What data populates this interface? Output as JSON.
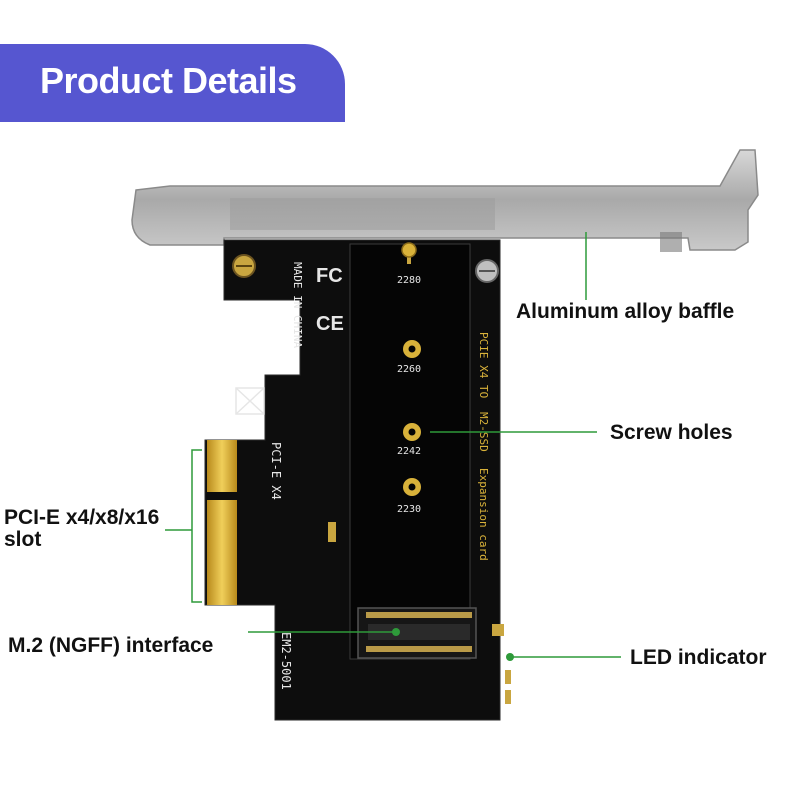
{
  "banner": {
    "title": "Product Details"
  },
  "callouts": {
    "baffle": "Aluminum alloy baffle",
    "screw_holes": "Screw holes",
    "slot_line1": "PCI-E x4/x8/x16",
    "slot_line2": "slot",
    "m2_interface": "M.2 (NGFF) interface",
    "led": "LED indicator"
  },
  "board_markings": {
    "made_in": "MADE IN CHINA",
    "fc": "FC",
    "ce": "CE",
    "pcie_x4": "PCI-E X4",
    "card_title_line1": "PCIE X4 TO",
    "card_title_line2": "M2-SSD",
    "card_title_line3": "Expansion card",
    "model": "EM2-5001",
    "hole_2280": "2280",
    "hole_2260": "2260",
    "hole_2242": "2242",
    "hole_2230": "2230"
  },
  "colors": {
    "banner": "#5656d0",
    "pcb": "#0d0d0d",
    "gold": "#d9b23a",
    "pointer_line": "#2e9a3a",
    "bracket": "#b8b8b8"
  }
}
